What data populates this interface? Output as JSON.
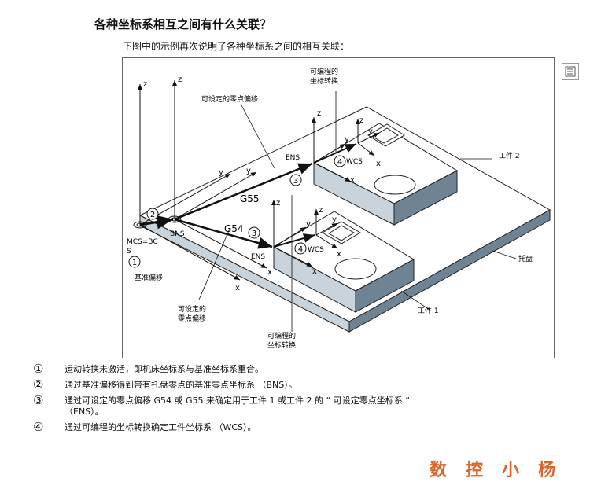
{
  "heading": "各种坐标系相互之间有什么关联？",
  "intro": "下图中的示例再次说明了各种坐标系之间的相互关联：",
  "figure": {
    "labels": {
      "programmable_top": [
        "可编程的",
        "坐标转换"
      ],
      "settable_top": "可设定的零点偏移",
      "ens": "ENS",
      "ens2": "ENS",
      "wcs": "WCS",
      "wcs2": "WCS",
      "g55": "G55",
      "g54": "G54",
      "bns": "BNS",
      "mcs": [
        "MCS=BC",
        "S"
      ],
      "base_offset": "基准偏移",
      "settable_bottom": [
        "可设定的",
        "零点偏移"
      ],
      "programmable_bottom": [
        "可编程的",
        "坐标转换"
      ],
      "workpiece2": "工件 2",
      "workpiece1": "工件 1",
      "pallet": "托盘",
      "x": "x",
      "y": "y",
      "z": "z"
    },
    "markers": [
      "1",
      "2",
      "3",
      "4"
    ]
  },
  "notes": [
    {
      "num": "①",
      "text": "运动转换未激活，即机床坐标系与基准坐标系重合。"
    },
    {
      "num": "②",
      "text": "通过基准偏移得到带有托盘零点的基准零点坐标系 （BNS）。"
    },
    {
      "num": "③",
      "text": "通过可设定的零点偏移 G54 或 G55 来确定用于工件 1 或工件 2 的 “ 可设定零点坐标系 ”",
      "text2": "（ENS）。"
    },
    {
      "num": "④",
      "text": "通过可编程的坐标转换确定工件坐标系 （WCS）。"
    }
  ],
  "signature": "数控小杨"
}
